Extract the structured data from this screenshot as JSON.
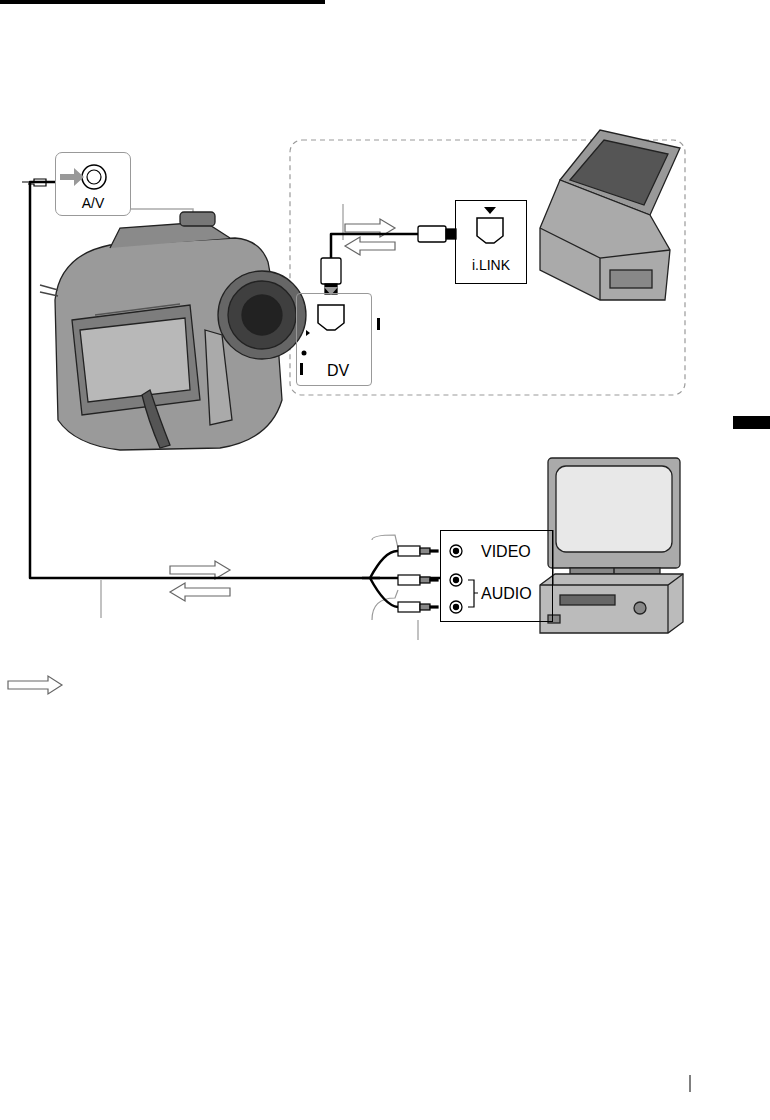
{
  "diagram": {
    "nodes": [
      {
        "text": [
          "A/V"
        ]
      },
      {
        "text": [
          "i.LINK"
        ]
      },
      {
        "text": [
          "DV"
        ]
      },
      {
        "text": [
          "VIDEO",
          "AUDIO"
        ]
      }
    ],
    "edges": [
      {
        "from": 0,
        "to": 3,
        "arrow": "none"
      },
      {
        "from": 2,
        "to": 1,
        "arrow": "none"
      }
    ]
  }
}
